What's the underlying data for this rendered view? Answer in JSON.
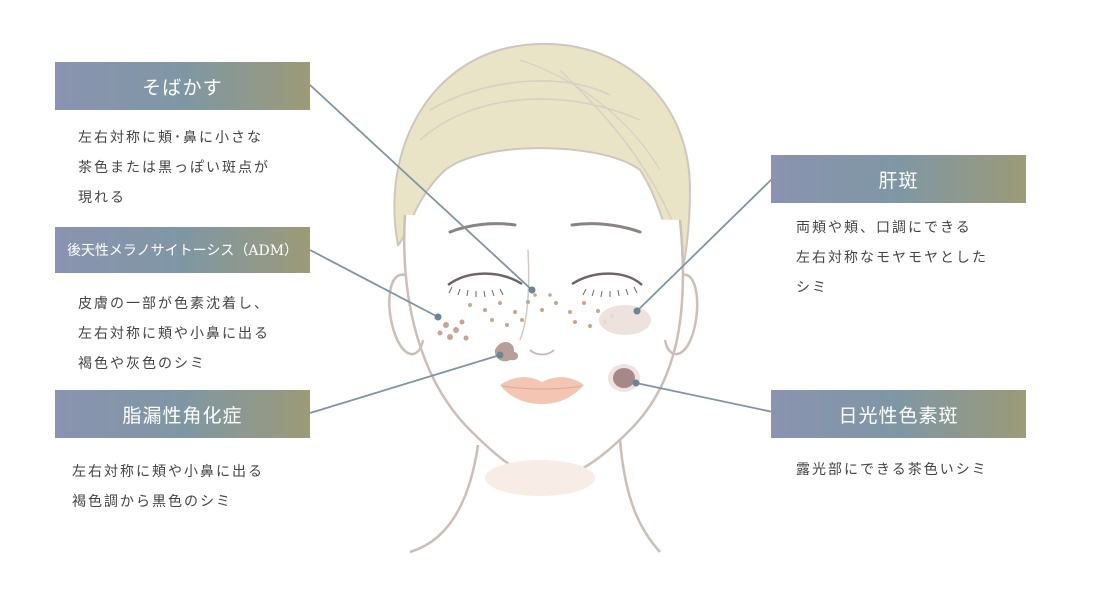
{
  "colors": {
    "label_gradient_start": "#8a93b0",
    "label_gradient_end": "#9c9a78",
    "connector": "#7f95a3",
    "hair": "#e9e4c6",
    "lips": "#f3c5b3",
    "spot": "#c9a58d"
  },
  "labels": {
    "sobakasu": {
      "title": "そばかす",
      "lines": [
        "左右対称に頬･鼻に小さな",
        "茶色または黒っぽい斑点が",
        "現れる"
      ]
    },
    "adm": {
      "title": "後天性メラノサイトーシス（ADM）",
      "lines": [
        "皮膚の一部が色素沈着し、",
        "左右対称に頬や小鼻に出る",
        "褐色や灰色のシミ"
      ]
    },
    "seborrheic": {
      "title": "脂漏性角化症",
      "lines": [
        "左右対称に頬や小鼻に出る",
        "褐色調から黒色のシミ"
      ]
    },
    "melasma": {
      "title": "肝斑",
      "lines": [
        "両頬や頬、口調にできる",
        "左右対称なモヤモヤとした",
        "シミ"
      ]
    },
    "solar": {
      "title": "日光性色素斑",
      "lines": [
        "露光部にできる茶色いシミ"
      ]
    }
  }
}
